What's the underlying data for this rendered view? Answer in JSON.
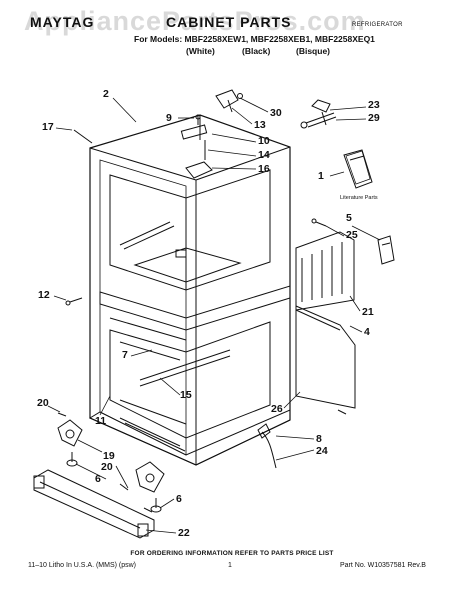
{
  "header": {
    "brand": "MAYTAG",
    "title": "CABINET PARTS",
    "right_label": "REFRIGERATOR",
    "models": "For Models: MBF2258XEW1, MBF2258XEB1, MBF2258XEQ1",
    "colors": [
      "(White)",
      "(Black)",
      "(Bisque)"
    ],
    "watermark": "AppliancePartsPros.com"
  },
  "callouts": [
    "2",
    "9",
    "30",
    "23",
    "29",
    "17",
    "13",
    "10",
    "14",
    "16",
    "1",
    "5",
    "25",
    "12",
    "21",
    "4",
    "7",
    "15",
    "20",
    "11",
    "26",
    "19",
    "8",
    "24",
    "20",
    "6",
    "6",
    "22"
  ],
  "literature_label": "Literature Parts",
  "footer": {
    "note": "FOR ORDERING INFORMATION REFER TO PARTS PRICE LIST",
    "left": "11–10 Litho In U.S.A. (MMS) (psw)",
    "page": "1",
    "right": "Part No. W10357581 Rev.B"
  },
  "colors": {
    "ink": "#111111",
    "watermark": "#8a8a8a"
  }
}
